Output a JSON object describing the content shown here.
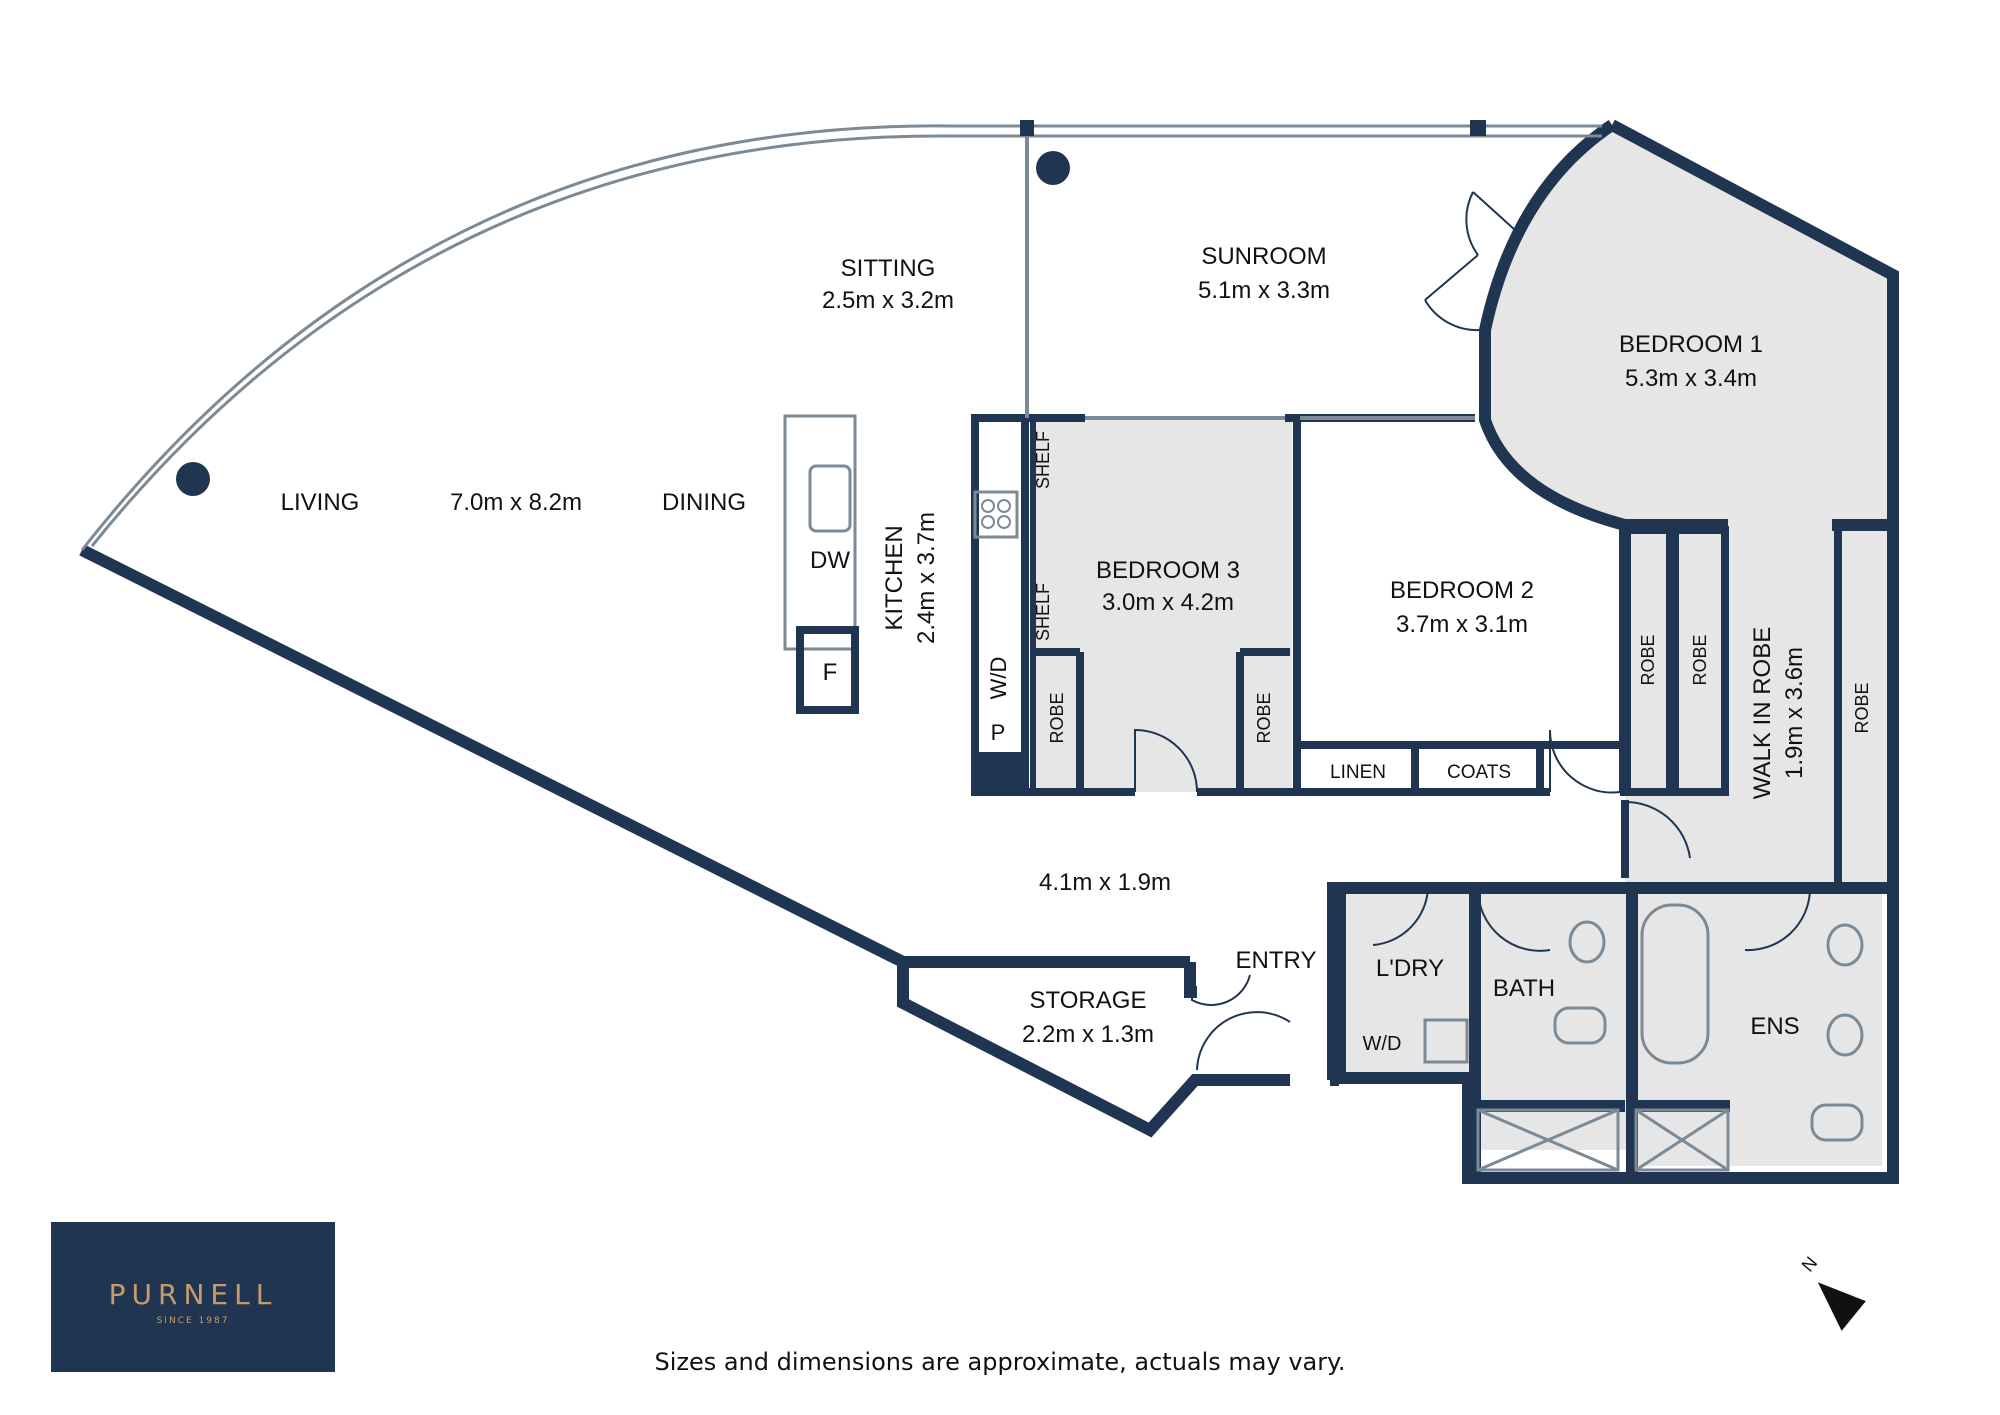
{
  "colors": {
    "wall": "#1f3552",
    "wet_area": "#e6e6e6",
    "fixture": "#7c8a96",
    "logo_accent": "#c99a6b"
  },
  "rooms": {
    "sitting": {
      "name": "SITTING",
      "size": "2.5m x 3.2m"
    },
    "sunroom": {
      "name": "SUNROOM",
      "size": "5.1m x 3.3m"
    },
    "bedroom1": {
      "name": "BEDROOM 1",
      "size": "5.3m x 3.4m"
    },
    "living": {
      "name": "LIVING",
      "size": "7.0m x 8.2m"
    },
    "dining": {
      "name": "DINING"
    },
    "kitchen": {
      "name": "KITCHEN",
      "size": "2.4m x 3.7m"
    },
    "bedroom3": {
      "name": "BEDROOM 3",
      "size": "3.0m x 4.2m"
    },
    "bedroom2": {
      "name": "BEDROOM 2",
      "size": "3.7m x 3.1m"
    },
    "walk_in_robe": {
      "name": "WALK IN ROBE",
      "size": "1.9m x 3.6m"
    },
    "hall": {
      "size": "4.1m x 1.9m"
    },
    "entry": {
      "name": "ENTRY"
    },
    "storage": {
      "name": "STORAGE",
      "size": "2.2m x 1.3m"
    },
    "laundry": {
      "name": "L'DRY"
    },
    "bath": {
      "name": "BATH"
    },
    "ensuite": {
      "name": "ENS"
    }
  },
  "fixtures": {
    "dishwasher": "DW",
    "fridge": "F",
    "washer_dryer": "W/D",
    "laundry_washer_dryer": "W/D",
    "pantry": "P",
    "shelf": "SHELF",
    "robe": "ROBE",
    "linen": "LINEN",
    "coats": "COATS"
  },
  "compass": {
    "label": "N"
  },
  "branding": {
    "name": "PURNELL",
    "since": "SINCE 1987"
  },
  "footer": {
    "disclaimer": "Sizes and dimensions are approximate, actuals may vary."
  }
}
